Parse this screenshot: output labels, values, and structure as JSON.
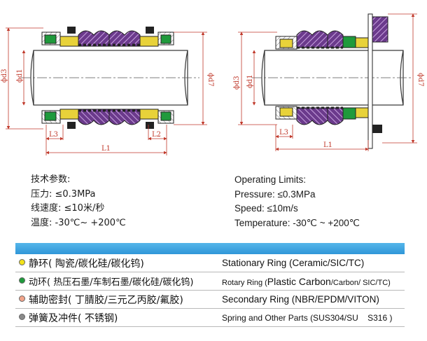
{
  "dimensions": {
    "left": {
      "d3": "ϕd3",
      "d1": "ϕd1",
      "d7": "ϕd7",
      "l3": "L3",
      "l2": "L2",
      "l1": "L1"
    },
    "right": {
      "d3": "ϕd3",
      "d1": "ϕd1",
      "d7": "ϕd7",
      "l3": "L3",
      "l1": "L1"
    }
  },
  "params_cn": {
    "title": "技术参数:",
    "pressure": "压力:  ≤0.3MPa",
    "speed": "线速度:  ≤10米/秒",
    "temperature": "温度:  -30℃~ +200℃"
  },
  "params_en": {
    "title": "Operating Limits:",
    "pressure": "Pressure:  ≤0.3MPa",
    "speed": "Speed:  ≤10m/s",
    "temperature": "Temperature:  -30℃ ~ +200℃"
  },
  "materials": [
    {
      "bullet_color": "#f2e21a",
      "cn": "静环(  陶瓷/碳化硅/碳化钨)",
      "en": "Stationary Ring (Ceramic/SIC/TC)"
    },
    {
      "bullet_color": "#1f9a3c",
      "cn": "动环( 热压石墨/车制石墨/碳化硅/碳化钨)",
      "en_prefix": "Rotary Ring (",
      "en_big": "Plastic Carbon",
      "en_suffix": "/Carbon/ SIC/TC)"
    },
    {
      "bullet_color": "#f2a48a",
      "cn": "辅助密封(  丁腈胶/三元乙丙胶/氟胶)",
      "en": "Secondary Ring (NBR/EPDM/VITON)"
    },
    {
      "bullet_color": "#8a8a8a",
      "cn": "弹簧及冲件(  不锈钢)",
      "en": "Spring and Other Parts (SUS304/SU    S316 )"
    }
  ],
  "colors": {
    "dimension_red": "#c0392b",
    "seat_yellow": "#e8d23a",
    "ring_green": "#1f9a3c",
    "rubber_purple": "#6b3a8c",
    "header_blue": "#3aa3e0"
  }
}
